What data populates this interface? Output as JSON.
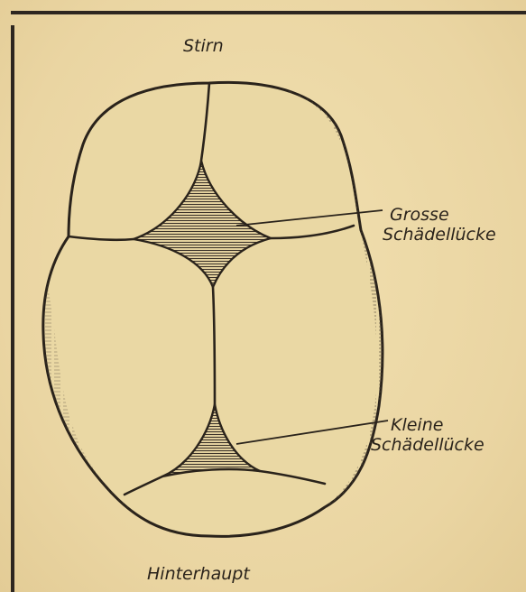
{
  "labels": {
    "top": "Stirn",
    "bottom": "Hinterhaupt",
    "anterior_fontanelle": [
      "Grosse",
      "Schädellücke"
    ],
    "posterior_fontanelle": [
      "Kleine",
      "Schädellücke"
    ]
  },
  "colors": {
    "paper": "#ecd9a6",
    "ink": "#2a231b",
    "shading": "#6b5f4c"
  }
}
